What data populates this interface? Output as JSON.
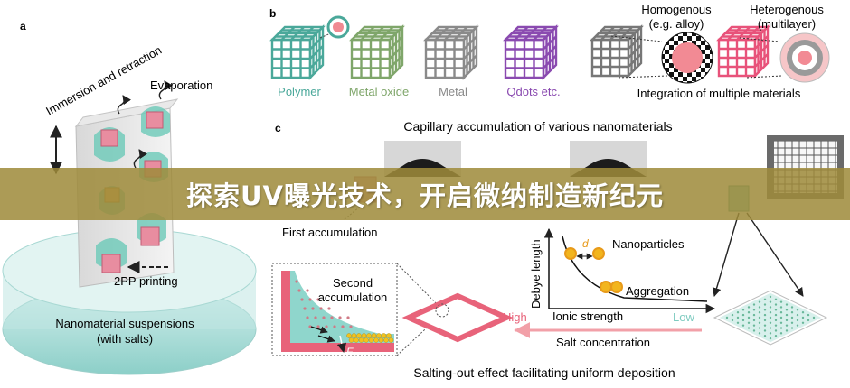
{
  "banner": {
    "title": "探索UV曝光技术，开启微纳制造新纪元"
  },
  "panel_a": {
    "letter": "a",
    "immersion_label": "Immersion and retraction",
    "evaporation_label": "Evaporation",
    "printing_label": "2PP printing",
    "suspension_line1": "Nanomaterial suspensions",
    "suspension_line2": "(with salts)"
  },
  "panel_b": {
    "letter": "b",
    "materials": [
      "Polymer",
      "Metal oxide",
      "Metal",
      "Qdots etc."
    ],
    "homogenous_line1": "Homogenous",
    "homogenous_line2": "(e.g. alloy)",
    "heterogenous_line1": "Heterogenous",
    "heterogenous_line2": "(multilayer)",
    "integration_label": "Integration of multiple materials"
  },
  "panel_c": {
    "letter": "c",
    "capillary_title": "Capillary accumulation of various nanomaterials",
    "first_accumulation": "First accumulation",
    "second_line1": "Second",
    "second_line2": "accumulation",
    "force_label": "F",
    "force_sub": "c",
    "debye_axis": "Debye length",
    "ionic_axis": "Ionic strength",
    "d_label": "d",
    "nanoparticles_label": "Nanoparticles",
    "aggregation_label": "Aggregation",
    "high_label": "High",
    "low_label": "Low",
    "salt_label": "Salt concentration",
    "salting_out_label": "Salting-out effect facilitating uniform deposition"
  },
  "colors": {
    "polymer": "#4aa89a",
    "metal_oxide": "#7fa66a",
    "metal": "#8a8a8a",
    "qdots": "#8a4ab0",
    "pink": "#e8527a",
    "teal_fill": "#8fd6cc",
    "high": "#e8637a",
    "low": "#7ecbc0",
    "banner": "#9e8a3a"
  }
}
